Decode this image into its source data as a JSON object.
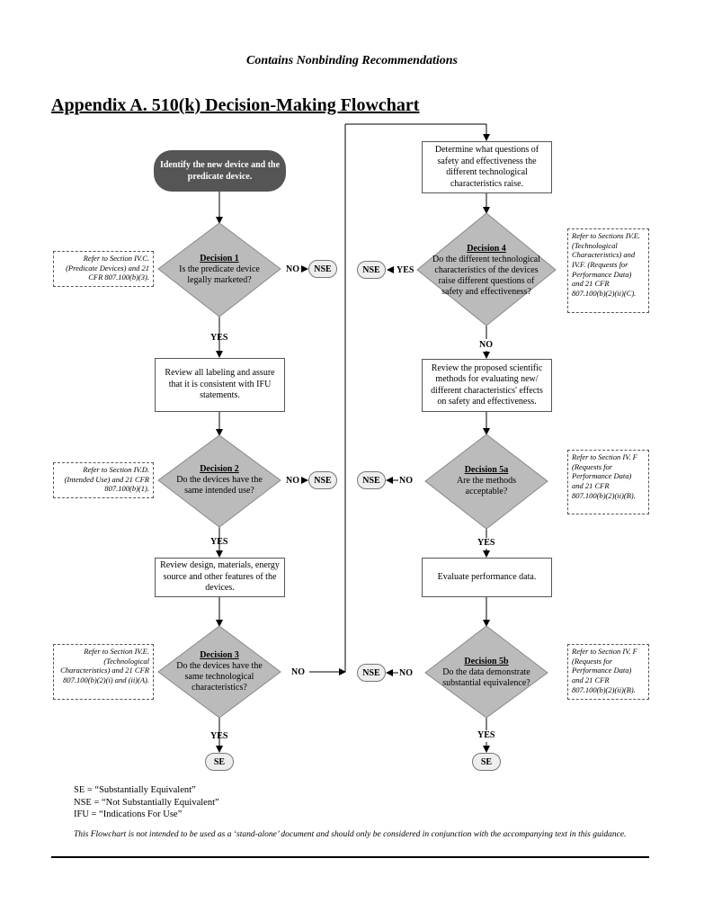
{
  "header": "Contains Nonbinding Recommendations",
  "title": "Appendix A.  510(k) Decision-Making Flowchart",
  "start": "Identify the new device and the predicate device.",
  "decision1": {
    "title": "Decision 1",
    "text": "Is the predicate device legally marketed?"
  },
  "note1": "Refer to Section IV.C. (Predicate Devices) and 21 CFR 807.100(b)(3).",
  "review_labeling": "Review all labeling and assure that it is consistent with IFU statements.",
  "decision2": {
    "title": "Decision 2",
    "text": "Do the devices have the same intended use?"
  },
  "note2": "Refer to Section IV.D. (Intended Use) and 21 CFR 807.100(b)(1).",
  "review_design": "Review design, materials, energy source and other features of the devices.",
  "decision3": {
    "title": "Decision 3",
    "text": "Do the devices have the same technological characteristics?"
  },
  "note3": "Refer to Section IV.E. (Technological Characteristics) and 21 CFR 807.100(b)(2)(i) and (ii)(A).",
  "determine_questions": "Determine what questions of safety and effectiveness the different technological characteristics raise.",
  "decision4": {
    "title": "Decision 4",
    "text": "Do the different technological characteristics of the devices raise different questions of safety and effectiveness?"
  },
  "note4": "Refer to Sections IV.E. (Technological Characteristics) and IV.F. (Requests for Performance Data) and 21 CFR 807.100(b)(2)(ii)(C).",
  "review_methods": "Review the proposed scientific methods for evaluating new/ different characteristics' effects on safety and effectiveness.",
  "decision5a": {
    "title": "Decision 5a",
    "text": "Are the methods acceptable?"
  },
  "note5a": "Refer to Section IV. F (Requests for Performance Data) and 21 CFR 807.100(b)(2)(ii)(B).",
  "evaluate": "Evaluate performance data.",
  "decision5b": {
    "title": "Decision 5b",
    "text": "Do the data demonstrate substantial equivalence?"
  },
  "note5b": "Refer to Section IV. F (Requests for Performance Data) and 21 CFR 807.100(b)(2)(ii)(B).",
  "labels": {
    "yes": "YES",
    "no": "NO",
    "nse": "NSE",
    "se": "SE"
  },
  "legend": [
    "SE = “Substantially Equivalent”",
    "NSE = “Not Substantially Equivalent”",
    "IFU = “Indications For Use”"
  ],
  "footer": "This Flowchart is not intended to be used as a ‘stand-alone’ document and should only be considered in conjunction with the accompanying text in this guidance."
}
